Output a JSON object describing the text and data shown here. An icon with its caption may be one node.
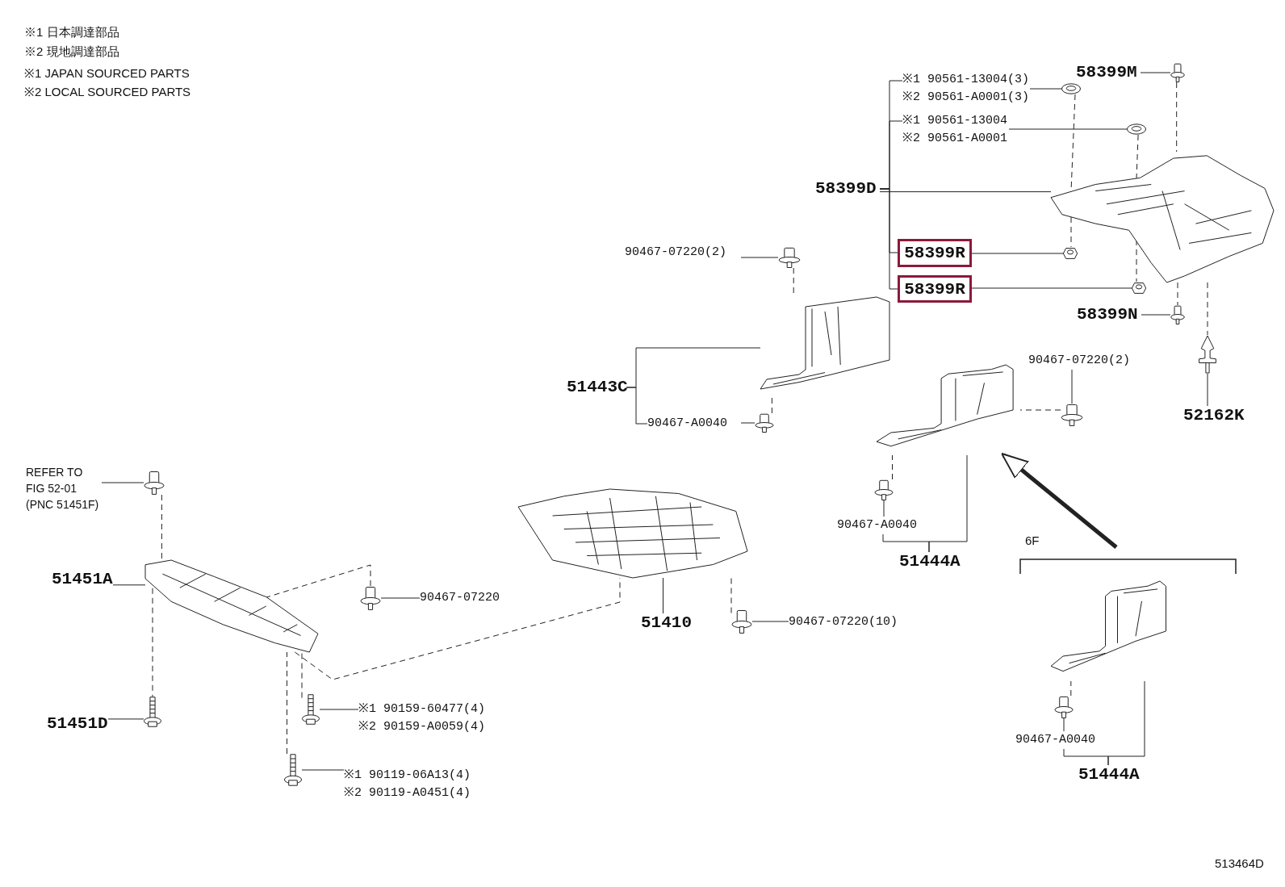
{
  "diagram": {
    "nodes": [
      {
        "text": [
          "58399M"
        ]
      },
      {
        "text": [],
        "shape": "picture"
      },
      {
        "text": [
          "※1 90561-13004(3)",
          "※2 90561-A0001(3)"
        ]
      },
      {
        "text": [],
        "shape": "picture"
      },
      {
        "text": [
          "※1 90561-13004",
          "※2 90561-A0001"
        ]
      },
      {
        "text": [],
        "shape": "picture"
      },
      {
        "text": [
          "58399D"
        ]
      },
      {
        "text": [],
        "shape": "picture"
      },
      {
        "text": [
          "58399R"
        ]
      },
      {
        "text": [],
        "shape": "picture"
      },
      {
        "text": [
          "58399R"
        ]
      },
      {
        "text": [],
        "shape": "picture"
      },
      {
        "text": [
          "58399N"
        ]
      },
      {
        "text": [],
        "shape": "picture"
      },
      {
        "text": [
          "52162K"
        ]
      },
      {
        "text": [],
        "shape": "picture"
      },
      {
        "text": [
          "90467-07220(2)"
        ]
      },
      {
        "text": [],
        "shape": "picture"
      },
      {
        "text": [],
        "shape": "picture"
      },
      {
        "text": [
          "51443C"
        ]
      },
      {
        "text": [
          "90467-A0040"
        ]
      },
      {
        "text": [],
        "shape": "picture"
      },
      {
        "text": [
          "90467-07220(2)"
        ]
      },
      {
        "text": [],
        "shape": "picture"
      },
      {
        "text": [],
        "shape": "picture"
      },
      {
        "text": [],
        "shape": "picture"
      },
      {
        "text": [
          "90467-A0040"
        ]
      },
      {
        "text": [
          "51444A"
        ]
      },
      {
        "text": [],
        "shape": "picture"
      },
      {
        "text": [],
        "shape": "picture"
      },
      {
        "text": [
          "90467-A0040"
        ]
      },
      {
        "text": [
          "51444A"
        ]
      },
      {
        "text": [
          "REFER TO FIG 52-01 (PNC 51451F)"
        ]
      },
      {
        "text": [],
        "shape": "picture"
      },
      {
        "text": [
          "51451A"
        ]
      },
      {
        "text": [],
        "shape": "picture"
      },
      {
        "text": [],
        "shape": "picture"
      },
      {
        "text": [
          "90467-07220"
        ]
      },
      {
        "text": [],
        "shape": "picture"
      },
      {
        "text": [
          "51410"
        ]
      },
      {
        "text": [],
        "shape": "picture"
      },
      {
        "text": [
          "90467-07220(10)"
        ]
      },
      {
        "text": [
          "51451D"
        ]
      },
      {
        "text": [],
        "shape": "picture"
      },
      {
        "text": [],
        "shape": "picture"
      },
      {
        "text": [
          "※1 90159-60477(4)",
          "※2 90159-A0059(4)"
        ]
      },
      {
        "text": [],
        "shape": "picture"
      },
      {
        "text": [
          "※1 90119-06A13(4)",
          "※2 90119-A0451(4)"
        ]
      }
    ],
    "edges": [
      {
        "from": 0,
        "to": 1,
        "arrow": "none"
      },
      {
        "from": 2,
        "to": 3,
        "arrow": "none"
      },
      {
        "from": 4,
        "to": 5,
        "arrow": "none"
      },
      {
        "from": 6,
        "to": 7,
        "arrow": "none"
      },
      {
        "from": 6,
        "to": 2,
        "arrow": "none"
      },
      {
        "from": 6,
        "to": 4,
        "arrow": "none"
      },
      {
        "from": 6,
        "to": 8,
        "arrow": "none"
      },
      {
        "from": 6,
        "to": 10,
        "arrow": "none"
      },
      {
        "from": 8,
        "to": 9,
        "arrow": "none"
      },
      {
        "from": 10,
        "to": 11,
        "arrow": "none"
      },
      {
        "from": 12,
        "to": 13,
        "arrow": "none"
      },
      {
        "from": 14,
        "to": 15,
        "arrow": "none"
      },
      {
        "from": 16,
        "to": 17,
        "arrow": "none"
      },
      {
        "from": 19,
        "to": 18,
        "arrow": "none"
      },
      {
        "from": 19,
        "to": 20,
        "arrow": "none"
      },
      {
        "from": 20,
        "to": 21,
        "arrow": "none"
      },
      {
        "from": 22,
        "to": 23,
        "arrow": "none"
      },
      {
        "from": 27,
        "to": 26,
        "arrow": "none"
      },
      {
        "from": 26,
        "to": 25,
        "arrow": "none"
      },
      {
        "from": 27,
        "to": 24,
        "arrow": "none"
      },
      {
        "from": 30,
        "to": 29,
        "arrow": "none"
      },
      {
        "from": 31,
        "to": 30,
        "arrow": "none"
      },
      {
        "from": 31,
        "to": 28,
        "arrow": "none"
      },
      {
        "from": 32,
        "to": 33,
        "arrow": "none"
      },
      {
        "from": 34,
        "to": 35,
        "arrow": "none"
      },
      {
        "from": 37,
        "to": 36,
        "arrow": "none"
      },
      {
        "from": 39,
        "to": 38,
        "arrow": "none"
      },
      {
        "from": 41,
        "to": 40,
        "arrow": "none"
      },
      {
        "from": 42,
        "to": 43,
        "arrow": "none"
      },
      {
        "from": 45,
        "to": 44,
        "arrow": "none"
      },
      {
        "from": 47,
        "to": 46,
        "arrow": "none"
      },
      {
        "from": 1,
        "to": 7,
        "arrow": "none",
        "style": "dashed"
      },
      {
        "from": 3,
        "to": 7,
        "arrow": "none",
        "style": "dashed"
      },
      {
        "from": 5,
        "to": 7,
        "arrow": "none",
        "style": "dashed"
      },
      {
        "from": 7,
        "to": 15,
        "arrow": "none",
        "style": "dashed"
      },
      {
        "from": 17,
        "to": 18,
        "arrow": "none",
        "style": "dashed"
      },
      {
        "from": 21,
        "to": 18,
        "arrow": "none",
        "style": "dashed"
      },
      {
        "from": 23,
        "to": 24,
        "arrow": "none",
        "style": "dashed"
      },
      {
        "from": 25,
        "to": 24,
        "arrow": "none",
        "style": "dashed"
      },
      {
        "from": 29,
        "to": 28,
        "arrow": "none",
        "style": "dashed"
      },
      {
        "from": 33,
        "to": 35,
        "arrow": "none",
        "style": "dashed"
      },
      {
        "from": 35,
        "to": 43,
        "arrow": "none",
        "style": "dashed"
      },
      {
        "from": 36,
        "to": 35,
        "arrow": "none",
        "style": "dashed"
      },
      {
        "from": 35,
        "to": 38,
        "arrow": "none",
        "style": "dashed"
      },
      {
        "from": 40,
        "to": 38,
        "arrow": "none",
        "style": "dashed"
      },
      {
        "from": 44,
        "to": 35,
        "arrow": "none",
        "style": "dashed"
      },
      {
        "from": 46,
        "to": 35,
        "arrow": "none",
        "style": "dashed"
      },
      {
        "from": null,
        "to": 24,
        "arrow": "to",
        "style": "thick"
      },
      {
        "from": 7,
        "to": 13,
        "arrow": "none",
        "style": "dashed"
      },
      {
        "from": 7,
        "to": 9,
        "arrow": "none",
        "style": "dashed"
      },
      {
        "from": 7,
        "to": 11,
        "arrow": "none",
        "style": "dashed"
      }
    ],
    "labels": [
      "※1 日本調達部品",
      "※2 現地調達部品",
      "※1 JAPAN SOURCED PARTS",
      "※2 LOCAL SOURCED PARTS",
      "6F",
      "513464D"
    ]
  }
}
